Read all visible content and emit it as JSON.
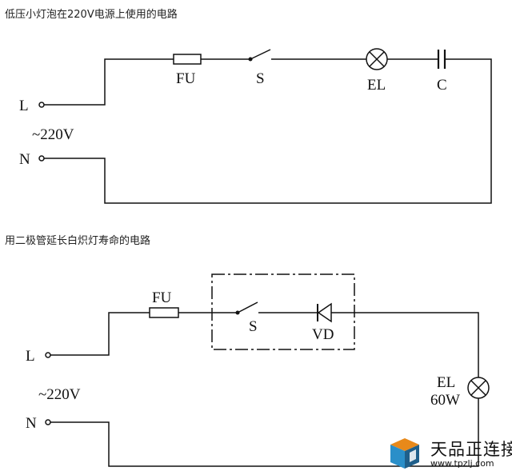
{
  "circuit1": {
    "title": "低压小灯泡在220V电源上使用的电路",
    "terminal_l": "L",
    "terminal_n": "N",
    "voltage": "~220V",
    "fuse_label": "FU",
    "switch_label": "S",
    "lamp_label": "EL",
    "capacitor_label": "C"
  },
  "circuit2": {
    "title": "用二极管延长白炽灯寿命的电路",
    "terminal_l": "L",
    "terminal_n": "N",
    "voltage": "~220V",
    "fuse_label": "FU",
    "switch_label": "S",
    "diode_label": "VD",
    "lamp_label": "EL",
    "lamp_power": "60W"
  },
  "watermark": {
    "name": "天品正连接",
    "url": "www.tpzlj.com"
  },
  "colors": {
    "line": "#111111",
    "logo_orange": "#e8891a",
    "logo_blue": "#2a8fc9",
    "logo_dark": "#1f5f8a"
  }
}
